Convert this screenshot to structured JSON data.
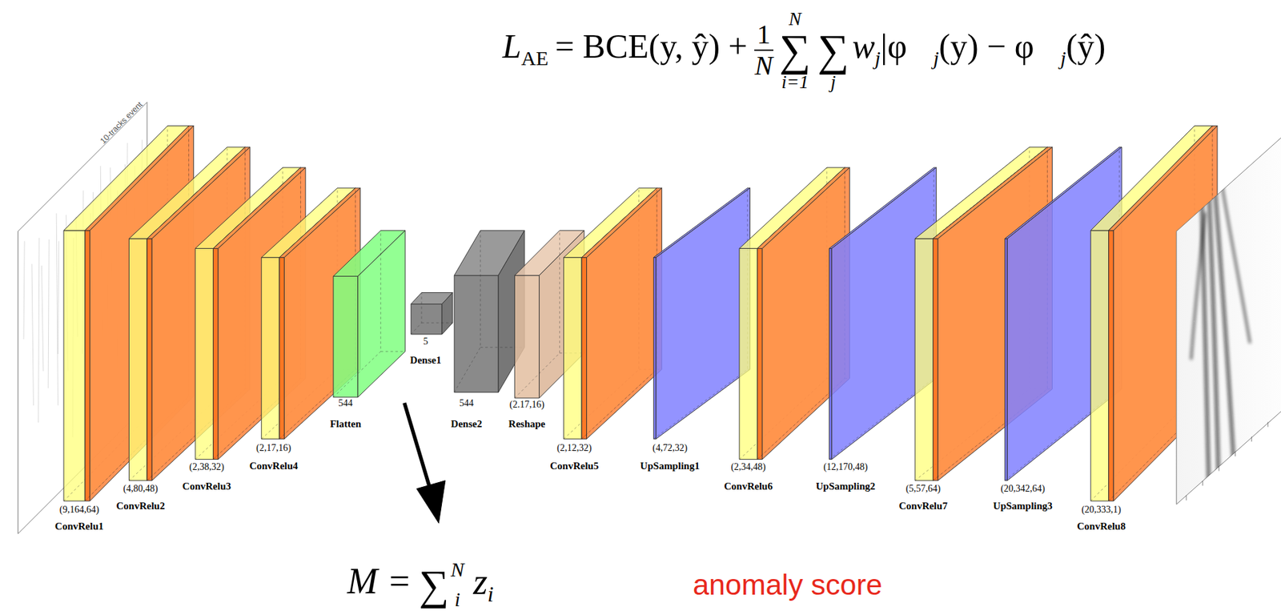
{
  "diagram": {
    "nodes": [
      {
        "text": [
          "(9,164,64)",
          "ConvRelu1"
        ]
      },
      {
        "text": [
          "(4,80,48)",
          "ConvRelu2"
        ]
      },
      {
        "text": [
          "(2,38,32)",
          "ConvRelu3"
        ]
      },
      {
        "text": [
          "(2,17,16)",
          "ConvRelu4"
        ]
      },
      {
        "text": [
          "544",
          "Flatten"
        ]
      },
      {
        "text": [
          "5",
          "Dense1"
        ]
      },
      {
        "text": [
          "544",
          "Dense2"
        ]
      },
      {
        "text": [
          "(2.17,16)",
          "Reshape"
        ]
      },
      {
        "text": [
          "(2,12,32)",
          "ConvRelu5"
        ]
      },
      {
        "text": [
          "(4,72,32)",
          "UpSampling1"
        ]
      },
      {
        "text": [
          "(2,34,48)",
          "ConvRelu6"
        ]
      },
      {
        "text": [
          "(12,170,48)",
          "UpSampling2"
        ]
      },
      {
        "text": [
          "(5,57,64)",
          "ConvRelu7"
        ]
      },
      {
        "text": [
          "(20,342,64)",
          "UpSampling3"
        ]
      },
      {
        "text": [
          "(20,333,1)",
          "ConvRelu8"
        ]
      }
    ],
    "labels": [
      "10-tracks event",
      "L",
      "AE",
      "= BCE(y, ŷ) +",
      "1",
      "N",
      "N",
      "∑",
      "i=1",
      "∑",
      "j",
      "w",
      "j",
      "|φ⃗",
      "j",
      "(y) − φ⃗",
      "j",
      "(ŷ)",
      "M =",
      "∑",
      "N",
      "i",
      "z",
      "i",
      "anomaly score"
    ]
  }
}
